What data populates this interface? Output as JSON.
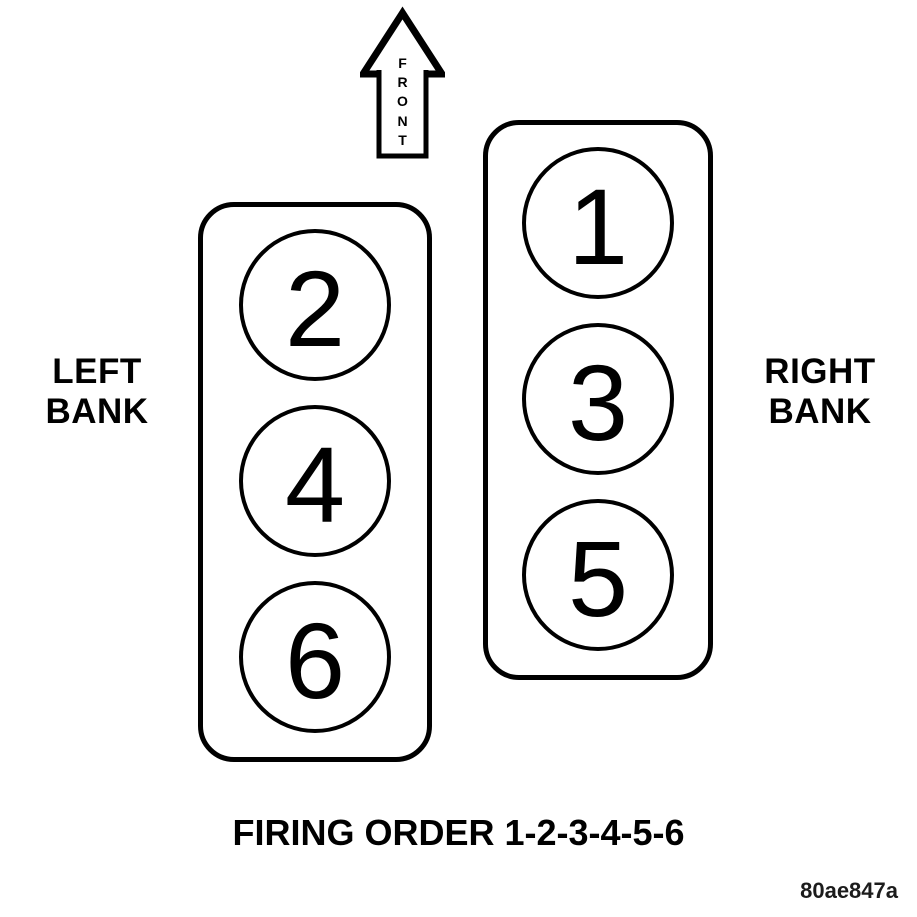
{
  "diagram": {
    "front_label": "FRONT",
    "left_bank": {
      "label_line1": "LEFT",
      "label_line2": "BANK",
      "cylinders": [
        "2",
        "4",
        "6"
      ]
    },
    "right_bank": {
      "label_line1": "RIGHT",
      "label_line2": "BANK",
      "cylinders": [
        "1",
        "3",
        "5"
      ]
    },
    "caption": "FIRING ORDER 1-2-3-4-5-6",
    "figure_code": "80ae847a",
    "colors": {
      "line": "#000000",
      "background": "#ffffff"
    }
  }
}
